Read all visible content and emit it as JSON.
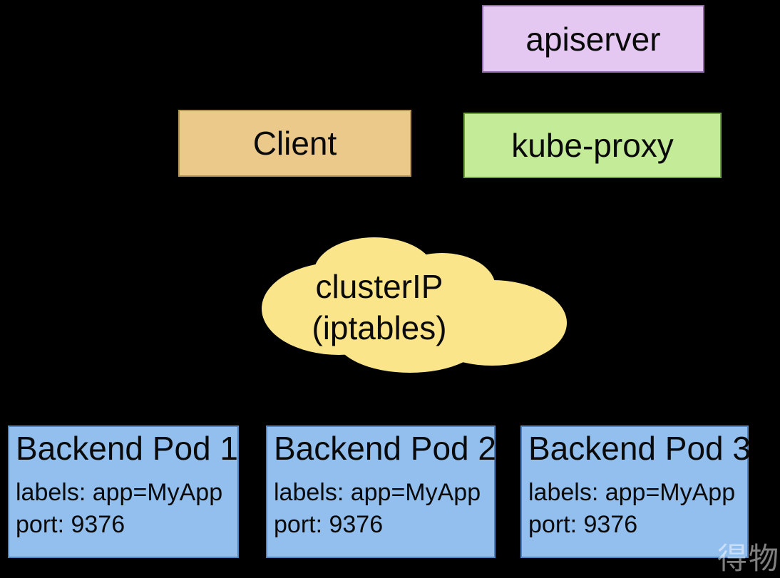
{
  "diagram": {
    "background_color": "#000000",
    "nodes": {
      "apiserver": {
        "label": "apiserver",
        "fill": "#e4c8f2",
        "border": "#8f68a8"
      },
      "client": {
        "label": "Client",
        "fill": "#eac98b",
        "border": "#b6945a"
      },
      "kube_proxy": {
        "label": "kube-proxy",
        "fill": "#c3eb98",
        "border": "#70a046"
      },
      "cluster_ip": {
        "label_line1": "clusterIP",
        "label_line2": "(iptables)",
        "fill": "#fae58a"
      },
      "pod_style": {
        "fill": "#92bfee",
        "border": "#4f86c0"
      },
      "pods": [
        {
          "title": "Backend Pod 1",
          "labels": "labels: app=MyApp",
          "port": "port: 9376"
        },
        {
          "title": "Backend Pod 2",
          "labels": "labels: app=MyApp",
          "port": "port: 9376"
        },
        {
          "title": "Backend Pod 3",
          "labels": "labels: app=MyApp",
          "port": "port: 9376"
        }
      ]
    },
    "watermark": "得物"
  }
}
